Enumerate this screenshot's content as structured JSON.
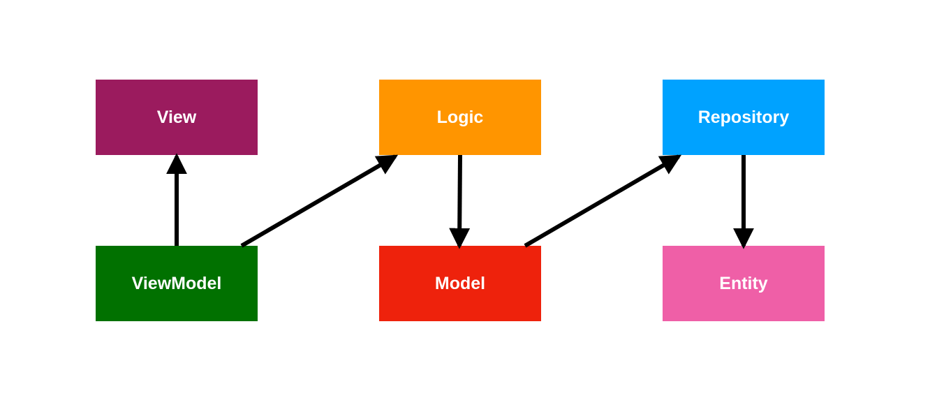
{
  "diagram": {
    "nodes": [
      {
        "id": "view",
        "label": "View",
        "color": "#9b1b5e"
      },
      {
        "id": "logic",
        "label": "Logic",
        "color": "#ff9500"
      },
      {
        "id": "repository",
        "label": "Repository",
        "color": "#00a2ff"
      },
      {
        "id": "viewmodel",
        "label": "ViewModel",
        "color": "#017100"
      },
      {
        "id": "model",
        "label": "Model",
        "color": "#ee220c"
      },
      {
        "id": "entity",
        "label": "Entity",
        "color": "#ef5fa7"
      }
    ],
    "edges": [
      {
        "from": "viewmodel",
        "to": "view"
      },
      {
        "from": "viewmodel",
        "to": "logic"
      },
      {
        "from": "logic",
        "to": "model"
      },
      {
        "from": "model",
        "to": "repository"
      },
      {
        "from": "repository",
        "to": "entity"
      }
    ],
    "arrow_color": "#000000"
  }
}
